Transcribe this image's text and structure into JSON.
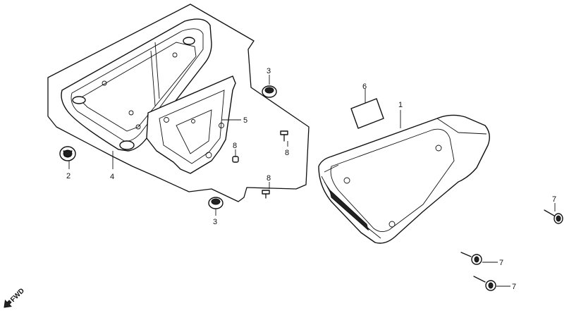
{
  "callouts": [
    {
      "id": "c1",
      "label": "1"
    },
    {
      "id": "c2",
      "label": "2"
    },
    {
      "id": "c3a",
      "label": "3"
    },
    {
      "id": "c3b",
      "label": "3"
    },
    {
      "id": "c4",
      "label": "4"
    },
    {
      "id": "c5",
      "label": "5"
    },
    {
      "id": "c6",
      "label": "6"
    },
    {
      "id": "c7a",
      "label": "7"
    },
    {
      "id": "c7b",
      "label": "7"
    },
    {
      "id": "c7c",
      "label": "7"
    },
    {
      "id": "c8a",
      "label": "8"
    },
    {
      "id": "c8b",
      "label": "8"
    },
    {
      "id": "c8c",
      "label": "8"
    }
  ],
  "direction_marker": {
    "label": "FWD"
  }
}
